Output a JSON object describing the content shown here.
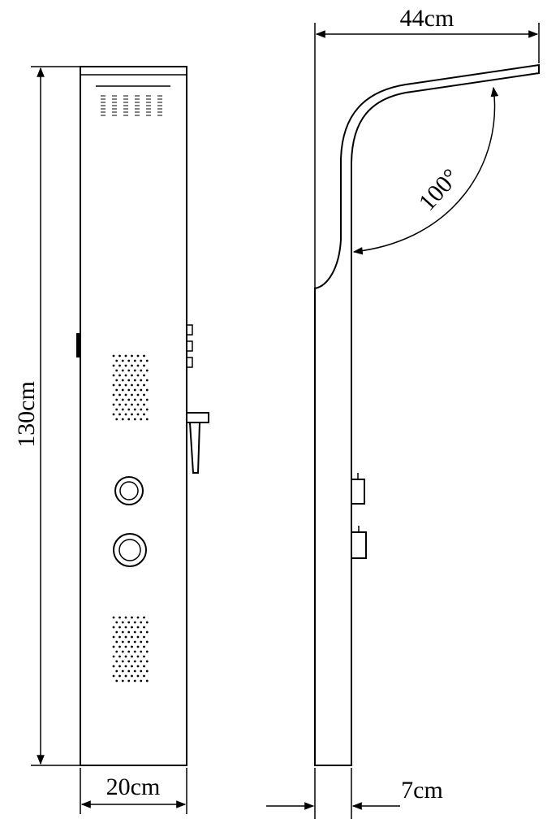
{
  "diagram": {
    "dimensions": {
      "height_label": "130cm",
      "front_width_label": "20cm",
      "side_depth_label": "7cm",
      "arm_length_label": "44cm",
      "arm_angle_label": "100°"
    },
    "colors": {
      "line": "#000000",
      "background": "#ffffff"
    }
  }
}
